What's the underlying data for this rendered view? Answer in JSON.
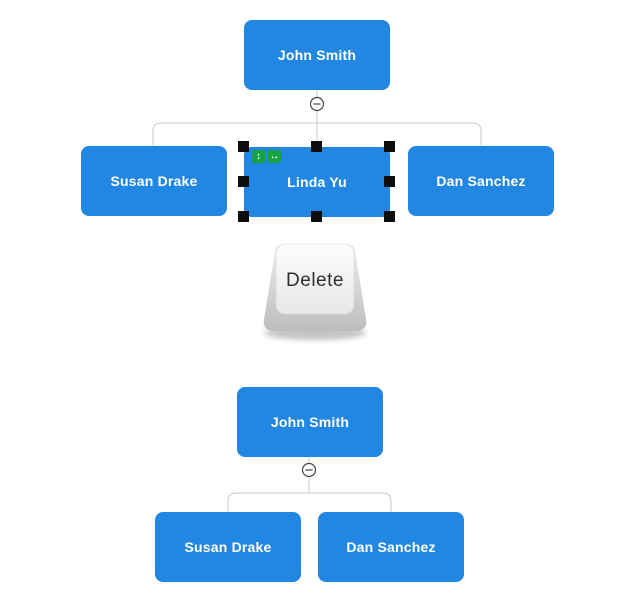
{
  "colors": {
    "node_fill": "#2187E2",
    "node_text": "#ffffff",
    "connector": "#c9c9c9",
    "collapse_stroke": "#444444",
    "selection_handle": "#0d0d0d",
    "resize_icon_bg": "#17A046",
    "key_text": "#2f2f2f"
  },
  "chart_before": {
    "root": {
      "label": "John Smith"
    },
    "collapse_glyph": "−",
    "children": [
      {
        "label": "Susan Drake"
      },
      {
        "label": "Linda Yu",
        "selected": true
      },
      {
        "label": "Dan Sanchez"
      }
    ]
  },
  "delete_key": {
    "label": "Delete"
  },
  "chart_after": {
    "root": {
      "label": "John Smith"
    },
    "collapse_glyph": "−",
    "children": [
      {
        "label": "Susan Drake"
      },
      {
        "label": "Dan Sanchez"
      }
    ]
  },
  "selection_icons": [
    {
      "name": "resize-vertical-icon",
      "glyph": "↕"
    },
    {
      "name": "resize-horizontal-icon",
      "glyph": "↔"
    }
  ]
}
